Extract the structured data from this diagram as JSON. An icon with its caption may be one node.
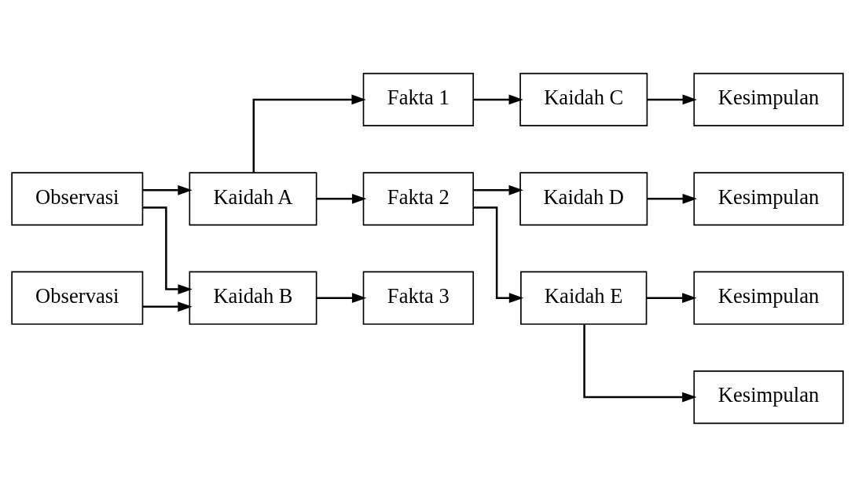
{
  "diagram": {
    "nodes": [
      {
        "text": [
          "Observasi"
        ]
      },
      {
        "text": [
          "Kaidah A"
        ]
      },
      {
        "text": [
          "Kaidah B"
        ]
      },
      {
        "text": [
          "Fakta 1"
        ]
      },
      {
        "text": [
          "Fakta 2"
        ]
      },
      {
        "text": [
          "Fakta 3"
        ]
      },
      {
        "text": [
          "Kaidah C"
        ]
      },
      {
        "text": [
          "Kaidah D"
        ]
      },
      {
        "text": [
          "Kaidah E"
        ]
      },
      {
        "text": [
          "Kesimpulan"
        ]
      },
      {
        "text": [
          "Kesimpulan"
        ]
      },
      {
        "text": [
          "Kesimpulan"
        ]
      },
      {
        "text": [
          "Kesimpulan"
        ]
      },
      {
        "text": [
          "Observasi"
        ]
      }
    ],
    "edges": [
      {
        "from": 0,
        "to": 1,
        "arrow": "to"
      },
      {
        "from": 0,
        "to": 2,
        "arrow": "to"
      },
      {
        "from": 1,
        "to": 3,
        "arrow": "to"
      },
      {
        "from": 1,
        "to": 4,
        "arrow": "to"
      },
      {
        "from": 3,
        "to": 6,
        "arrow": "to"
      },
      {
        "from": 6,
        "to": 9,
        "arrow": "to"
      },
      {
        "from": 4,
        "to": 7,
        "arrow": "to"
      },
      {
        "from": 4,
        "to": 8,
        "arrow": "to"
      },
      {
        "from": 7,
        "to": 10,
        "arrow": "to"
      },
      {
        "from": 8,
        "to": 11,
        "arrow": "to"
      },
      {
        "from": 8,
        "to": 12,
        "arrow": "to"
      },
      {
        "from": 2,
        "to": 5,
        "arrow": "to"
      },
      {
        "from": 13,
        "to": 2,
        "arrow": "to"
      }
    ]
  }
}
